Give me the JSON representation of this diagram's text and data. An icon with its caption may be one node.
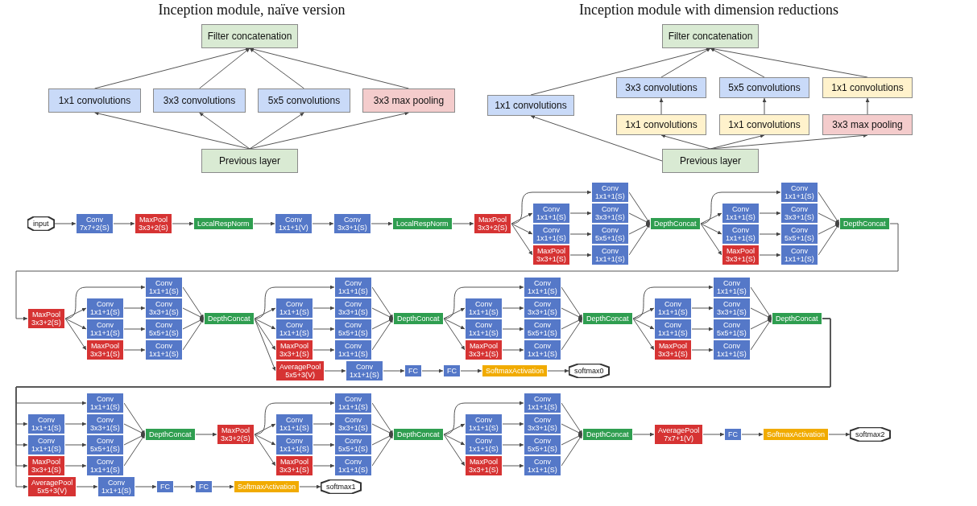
{
  "diagram": {
    "nodes": [
      {
        "text": [
          "Filter concatenation"
        ]
      },
      {
        "text": [
          "1x1 convolutions"
        ]
      },
      {
        "text": [
          "3x3 convolutions"
        ]
      },
      {
        "text": [
          "5x5 convolutions"
        ]
      },
      {
        "text": [
          "3x3 max pooling"
        ]
      },
      {
        "text": [
          "Previous layer"
        ]
      },
      {
        "text": [
          "Filter concatenation"
        ]
      },
      {
        "text": [
          "3x3 convolutions"
        ]
      },
      {
        "text": [
          "5x5 convolutions"
        ]
      },
      {
        "text": [
          "1x1 convolutions"
        ]
      },
      {
        "text": [
          "1x1 convolutions"
        ]
      },
      {
        "text": [
          "1x1 convolutions"
        ]
      },
      {
        "text": [
          "1x1 convolutions"
        ]
      },
      {
        "text": [
          "3x3 max pooling"
        ]
      },
      {
        "text": [
          "Previous layer"
        ]
      },
      {
        "text": [
          "input"
        ]
      },
      {
        "text": [
          "Conv 7x7+2(S)"
        ]
      },
      {
        "text": [
          "MaxPool 3x3+2(S)"
        ]
      },
      {
        "text": [
          "LocalRespNorm"
        ]
      },
      {
        "text": [
          "Conv 1x1+1(V)"
        ]
      },
      {
        "text": [
          "Conv 3x3+1(S)"
        ]
      },
      {
        "text": [
          "LocalRespNorm"
        ]
      },
      {
        "text": [
          "MaxPool 3x3+2(S)"
        ]
      },
      {
        "text": [
          "Conv 1x1+1(S)"
        ]
      },
      {
        "text": [
          "Conv 1x1+1(S)"
        ]
      },
      {
        "text": [
          "Conv 3x3+1(S)"
        ]
      },
      {
        "text": [
          "Conv 1x1+1(S)"
        ]
      },
      {
        "text": [
          "Conv 5x5+1(S)"
        ]
      },
      {
        "text": [
          "MaxPool 3x3+1(S)"
        ]
      },
      {
        "text": [
          "Conv 1x1+1(S)"
        ]
      },
      {
        "text": [
          "DepthConcat"
        ]
      },
      {
        "text": [
          "Conv 1x1+1(S)"
        ]
      },
      {
        "text": [
          "Conv 1x1+1(S)"
        ]
      },
      {
        "text": [
          "Conv 3x3+1(S)"
        ]
      },
      {
        "text": [
          "Conv 1x1+1(S)"
        ]
      },
      {
        "text": [
          "Conv 5x5+1(S)"
        ]
      },
      {
        "text": [
          "MaxPool 3x3+1(S)"
        ]
      },
      {
        "text": [
          "Conv 1x1+1(S)"
        ]
      },
      {
        "text": [
          "DepthConcat"
        ]
      },
      {
        "text": [
          "MaxPool 3x3+2(S)"
        ]
      },
      {
        "text": [
          "Conv 1x1+1(S)"
        ]
      },
      {
        "text": [
          "Conv 1x1+1(S)"
        ]
      },
      {
        "text": [
          "Conv 3x3+1(S)"
        ]
      },
      {
        "text": [
          "Conv 1x1+1(S)"
        ]
      },
      {
        "text": [
          "Conv 5x5+1(S)"
        ]
      },
      {
        "text": [
          "MaxPool 3x3+1(S)"
        ]
      },
      {
        "text": [
          "Conv 1x1+1(S)"
        ]
      },
      {
        "text": [
          "DepthConcat"
        ]
      },
      {
        "text": [
          "AveragePool 5x5+3(V)"
        ]
      },
      {
        "text": [
          "Conv 1x1+1(S)"
        ]
      },
      {
        "text": [
          "FC"
        ]
      },
      {
        "text": [
          "FC"
        ]
      },
      {
        "text": [
          "SoftmaxActivation"
        ]
      },
      {
        "text": [
          "softmax0"
        ]
      },
      {
        "text": [
          "Conv 1x1+1(S)"
        ]
      },
      {
        "text": [
          "Conv 1x1+1(S)"
        ]
      },
      {
        "text": [
          "Conv 3x3+1(S)"
        ]
      },
      {
        "text": [
          "Conv 1x1+1(S)"
        ]
      },
      {
        "text": [
          "Conv 5x5+1(S)"
        ]
      },
      {
        "text": [
          "MaxPool 3x3+1(S)"
        ]
      },
      {
        "text": [
          "Conv 1x1+1(S)"
        ]
      },
      {
        "text": [
          "DepthConcat"
        ]
      },
      {
        "text": [
          "Conv 1x1+1(S)"
        ]
      },
      {
        "text": [
          "Conv 1x1+1(S)"
        ]
      },
      {
        "text": [
          "Conv 3x3+1(S)"
        ]
      },
      {
        "text": [
          "Conv 1x1+1(S)"
        ]
      },
      {
        "text": [
          "Conv 5x5+1(S)"
        ]
      },
      {
        "text": [
          "MaxPool 3x3+1(S)"
        ]
      },
      {
        "text": [
          "Conv 1x1+1(S)"
        ]
      },
      {
        "text": [
          "DepthConcat"
        ]
      },
      {
        "text": [
          "Conv 1x1+1(S)"
        ]
      },
      {
        "text": [
          "Conv 1x1+1(S)"
        ]
      },
      {
        "text": [
          "Conv 3x3+1(S)"
        ]
      },
      {
        "text": [
          "Conv 1x1+1(S)"
        ]
      },
      {
        "text": [
          "Conv 5x5+1(S)"
        ]
      },
      {
        "text": [
          "MaxPool 3x3+1(S)"
        ]
      },
      {
        "text": [
          "Conv 1x1+1(S)"
        ]
      },
      {
        "text": [
          "DepthConcat"
        ]
      },
      {
        "text": [
          "AveragePool 5x5+3(V)"
        ]
      },
      {
        "text": [
          "Conv 1x1+1(S)"
        ]
      },
      {
        "text": [
          "FC"
        ]
      },
      {
        "text": [
          "FC"
        ]
      },
      {
        "text": [
          "SoftmaxActivation"
        ]
      },
      {
        "text": [
          "softmax1"
        ]
      },
      {
        "text": [
          "Conv 1x1+1(S)"
        ]
      },
      {
        "text": [
          "Conv 1x1+1(S)"
        ]
      },
      {
        "text": [
          "Conv 3x3+1(S)"
        ]
      },
      {
        "text": [
          "Conv 1x1+1(S)"
        ]
      },
      {
        "text": [
          "Conv 5x5+1(S)"
        ]
      },
      {
        "text": [
          "MaxPool 3x3+1(S)"
        ]
      },
      {
        "text": [
          "Conv 1x1+1(S)"
        ]
      },
      {
        "text": [
          "DepthConcat"
        ]
      },
      {
        "text": [
          "MaxPool 3x3+2(S)"
        ]
      },
      {
        "text": [
          "Conv 1x1+1(S)"
        ]
      },
      {
        "text": [
          "Conv 1x1+1(S)"
        ]
      },
      {
        "text": [
          "Conv 3x3+1(S)"
        ]
      },
      {
        "text": [
          "Conv 1x1+1(S)"
        ]
      },
      {
        "text": [
          "Conv 5x5+1(S)"
        ]
      },
      {
        "text": [
          "MaxPool 3x3+1(S)"
        ]
      },
      {
        "text": [
          "Conv 1x1+1(S)"
        ]
      },
      {
        "text": [
          "DepthConcat"
        ]
      },
      {
        "text": [
          "Conv 1x1+1(S)"
        ]
      },
      {
        "text": [
          "Conv 1x1+1(S)"
        ]
      },
      {
        "text": [
          "Conv 3x3+1(S)"
        ]
      },
      {
        "text": [
          "Conv 1x1+1(S)"
        ]
      },
      {
        "text": [
          "Conv 5x5+1(S)"
        ]
      },
      {
        "text": [
          "MaxPool 3x3+1(S)"
        ]
      },
      {
        "text": [
          "Conv 1x1+1(S)"
        ]
      },
      {
        "text": [
          "DepthConcat"
        ]
      },
      {
        "text": [
          "AveragePool 7x7+1(V)"
        ]
      },
      {
        "text": [
          "FC"
        ]
      },
      {
        "text": [
          "SoftmaxActivation"
        ]
      },
      {
        "text": [
          "softmax2"
        ]
      }
    ],
    "edges": [
      {
        "from": 5,
        "to": 1,
        "arrow": "to"
      },
      {
        "from": 5,
        "to": 2,
        "arrow": "to"
      },
      {
        "from": 5,
        "to": 3,
        "arrow": "to"
      },
      {
        "from": 5,
        "to": 4,
        "arrow": "to"
      },
      {
        "from": 1,
        "to": 0,
        "arrow": "to"
      },
      {
        "from": 2,
        "to": 0,
        "arrow": "to"
      },
      {
        "from": 3,
        "to": 0,
        "arrow": "to"
      },
      {
        "from": 4,
        "to": 0,
        "arrow": "to"
      },
      {
        "from": 14,
        "to": 10,
        "arrow": "to"
      },
      {
        "from": 14,
        "to": 11,
        "arrow": "to"
      },
      {
        "from": 14,
        "to": 12,
        "arrow": "to"
      },
      {
        "from": 14,
        "to": 13,
        "arrow": "to"
      },
      {
        "from": 11,
        "to": 7,
        "arrow": "to"
      },
      {
        "from": 12,
        "to": 8,
        "arrow": "to"
      },
      {
        "from": 13,
        "to": 9,
        "arrow": "to"
      },
      {
        "from": 10,
        "to": 6,
        "arrow": "to"
      },
      {
        "from": 7,
        "to": 6,
        "arrow": "to"
      },
      {
        "from": 8,
        "to": 6,
        "arrow": "to"
      },
      {
        "from": 9,
        "to": 6,
        "arrow": "to"
      },
      {
        "from": 15,
        "to": 16,
        "arrow": "to"
      },
      {
        "from": 16,
        "to": 17,
        "arrow": "to"
      },
      {
        "from": 17,
        "to": 18,
        "arrow": "to"
      },
      {
        "from": 18,
        "to": 19,
        "arrow": "to"
      },
      {
        "from": 19,
        "to": 20,
        "arrow": "to"
      },
      {
        "from": 20,
        "to": 21,
        "arrow": "to"
      },
      {
        "from": 21,
        "to": 22,
        "arrow": "to"
      },
      {
        "from": 22,
        "to": 23,
        "arrow": "to"
      },
      {
        "from": 22,
        "to": 24,
        "arrow": "to"
      },
      {
        "from": 22,
        "to": 26,
        "arrow": "to"
      },
      {
        "from": 22,
        "to": 28,
        "arrow": "to"
      },
      {
        "from": 24,
        "to": 25,
        "arrow": "to"
      },
      {
        "from": 26,
        "to": 27,
        "arrow": "to"
      },
      {
        "from": 28,
        "to": 29,
        "arrow": "to"
      },
      {
        "from": 23,
        "to": 30,
        "arrow": "to"
      },
      {
        "from": 25,
        "to": 30,
        "arrow": "to"
      },
      {
        "from": 27,
        "to": 30,
        "arrow": "to"
      },
      {
        "from": 29,
        "to": 30,
        "arrow": "to"
      },
      {
        "from": 30,
        "to": 31,
        "arrow": "to"
      },
      {
        "from": 30,
        "to": 32,
        "arrow": "to"
      },
      {
        "from": 30,
        "to": 34,
        "arrow": "to"
      },
      {
        "from": 30,
        "to": 36,
        "arrow": "to"
      },
      {
        "from": 32,
        "to": 33,
        "arrow": "to"
      },
      {
        "from": 34,
        "to": 35,
        "arrow": "to"
      },
      {
        "from": 36,
        "to": 37,
        "arrow": "to"
      },
      {
        "from": 31,
        "to": 38,
        "arrow": "to"
      },
      {
        "from": 33,
        "to": 38,
        "arrow": "to"
      },
      {
        "from": 35,
        "to": 38,
        "arrow": "to"
      },
      {
        "from": 37,
        "to": 38,
        "arrow": "to"
      },
      {
        "from": 38,
        "to": 39,
        "arrow": "to"
      },
      {
        "from": 39,
        "to": 40,
        "arrow": "to"
      },
      {
        "from": 39,
        "to": 41,
        "arrow": "to"
      },
      {
        "from": 39,
        "to": 43,
        "arrow": "to"
      },
      {
        "from": 39,
        "to": 45,
        "arrow": "to"
      },
      {
        "from": 41,
        "to": 42,
        "arrow": "to"
      },
      {
        "from": 43,
        "to": 44,
        "arrow": "to"
      },
      {
        "from": 45,
        "to": 46,
        "arrow": "to"
      },
      {
        "from": 40,
        "to": 47,
        "arrow": "to"
      },
      {
        "from": 42,
        "to": 47,
        "arrow": "to"
      },
      {
        "from": 44,
        "to": 47,
        "arrow": "to"
      },
      {
        "from": 46,
        "to": 47,
        "arrow": "to"
      },
      {
        "from": 47,
        "to": 48,
        "arrow": "to"
      },
      {
        "from": 48,
        "to": 49,
        "arrow": "to"
      },
      {
        "from": 49,
        "to": 50,
        "arrow": "to"
      },
      {
        "from": 50,
        "to": 51,
        "arrow": "to"
      },
      {
        "from": 51,
        "to": 52,
        "arrow": "to"
      },
      {
        "from": 52,
        "to": 53,
        "arrow": "to"
      },
      {
        "from": 47,
        "to": 54,
        "arrow": "to"
      },
      {
        "from": 47,
        "to": 55,
        "arrow": "to"
      },
      {
        "from": 47,
        "to": 57,
        "arrow": "to"
      },
      {
        "from": 47,
        "to": 59,
        "arrow": "to"
      },
      {
        "from": 55,
        "to": 56,
        "arrow": "to"
      },
      {
        "from": 57,
        "to": 58,
        "arrow": "to"
      },
      {
        "from": 59,
        "to": 60,
        "arrow": "to"
      },
      {
        "from": 54,
        "to": 61,
        "arrow": "to"
      },
      {
        "from": 56,
        "to": 61,
        "arrow": "to"
      },
      {
        "from": 58,
        "to": 61,
        "arrow": "to"
      },
      {
        "from": 60,
        "to": 61,
        "arrow": "to"
      },
      {
        "from": 61,
        "to": 62,
        "arrow": "to"
      },
      {
        "from": 61,
        "to": 63,
        "arrow": "to"
      },
      {
        "from": 61,
        "to": 65,
        "arrow": "to"
      },
      {
        "from": 61,
        "to": 67,
        "arrow": "to"
      },
      {
        "from": 63,
        "to": 64,
        "arrow": "to"
      },
      {
        "from": 65,
        "to": 66,
        "arrow": "to"
      },
      {
        "from": 67,
        "to": 68,
        "arrow": "to"
      },
      {
        "from": 62,
        "to": 69,
        "arrow": "to"
      },
      {
        "from": 64,
        "to": 69,
        "arrow": "to"
      },
      {
        "from": 66,
        "to": 69,
        "arrow": "to"
      },
      {
        "from": 68,
        "to": 69,
        "arrow": "to"
      },
      {
        "from": 69,
        "to": 70,
        "arrow": "to"
      },
      {
        "from": 69,
        "to": 71,
        "arrow": "to"
      },
      {
        "from": 69,
        "to": 73,
        "arrow": "to"
      },
      {
        "from": 69,
        "to": 75,
        "arrow": "to"
      },
      {
        "from": 71,
        "to": 72,
        "arrow": "to"
      },
      {
        "from": 73,
        "to": 74,
        "arrow": "to"
      },
      {
        "from": 75,
        "to": 76,
        "arrow": "to"
      },
      {
        "from": 70,
        "to": 77,
        "arrow": "to"
      },
      {
        "from": 72,
        "to": 77,
        "arrow": "to"
      },
      {
        "from": 74,
        "to": 77,
        "arrow": "to"
      },
      {
        "from": 76,
        "to": 77,
        "arrow": "to"
      },
      {
        "from": 77,
        "to": 78,
        "arrow": "to"
      },
      {
        "from": 78,
        "to": 79,
        "arrow": "to"
      },
      {
        "from": 79,
        "to": 80,
        "arrow": "to"
      },
      {
        "from": 80,
        "to": 81,
        "arrow": "to"
      },
      {
        "from": 81,
        "to": 82,
        "arrow": "to"
      },
      {
        "from": 82,
        "to": 83,
        "arrow": "to"
      },
      {
        "from": 77,
        "to": 84,
        "arrow": "to"
      },
      {
        "from": 77,
        "to": 85,
        "arrow": "to"
      },
      {
        "from": 77,
        "to": 87,
        "arrow": "to"
      },
      {
        "from": 77,
        "to": 89,
        "arrow": "to"
      },
      {
        "from": 85,
        "to": 86,
        "arrow": "to"
      },
      {
        "from": 87,
        "to": 88,
        "arrow": "to"
      },
      {
        "from": 89,
        "to": 90,
        "arrow": "to"
      },
      {
        "from": 84,
        "to": 91,
        "arrow": "to"
      },
      {
        "from": 86,
        "to": 91,
        "arrow": "to"
      },
      {
        "from": 88,
        "to": 91,
        "arrow": "to"
      },
      {
        "from": 90,
        "to": 91,
        "arrow": "to"
      },
      {
        "from": 91,
        "to": 92,
        "arrow": "to"
      },
      {
        "from": 92,
        "to": 93,
        "arrow": "to"
      },
      {
        "from": 92,
        "to": 94,
        "arrow": "to"
      },
      {
        "from": 92,
        "to": 96,
        "arrow": "to"
      },
      {
        "from": 92,
        "to": 98,
        "arrow": "to"
      },
      {
        "from": 94,
        "to": 95,
        "arrow": "to"
      },
      {
        "from": 96,
        "to": 97,
        "arrow": "to"
      },
      {
        "from": 98,
        "to": 99,
        "arrow": "to"
      },
      {
        "from": 93,
        "to": 100,
        "arrow": "to"
      },
      {
        "from": 95,
        "to": 100,
        "arrow": "to"
      },
      {
        "from": 97,
        "to": 100,
        "arrow": "to"
      },
      {
        "from": 99,
        "to": 100,
        "arrow": "to"
      },
      {
        "from": 100,
        "to": 101,
        "arrow": "to"
      },
      {
        "from": 100,
        "to": 102,
        "arrow": "to"
      },
      {
        "from": 100,
        "to": 104,
        "arrow": "to"
      },
      {
        "from": 100,
        "to": 106,
        "arrow": "to"
      },
      {
        "from": 102,
        "to": 103,
        "arrow": "to"
      },
      {
        "from": 104,
        "to": 105,
        "arrow": "to"
      },
      {
        "from": 106,
        "to": 107,
        "arrow": "to"
      },
      {
        "from": 101,
        "to": 108,
        "arrow": "to"
      },
      {
        "from": 103,
        "to": 108,
        "arrow": "to"
      },
      {
        "from": 105,
        "to": 108,
        "arrow": "to"
      },
      {
        "from": 107,
        "to": 108,
        "arrow": "to"
      },
      {
        "from": 108,
        "to": 109,
        "arrow": "to"
      },
      {
        "from": 109,
        "to": 110,
        "arrow": "to"
      },
      {
        "from": 110,
        "to": 111,
        "arrow": "to"
      },
      {
        "from": 111,
        "to": 112,
        "arrow": "to"
      }
    ],
    "labels": [
      "Inception module, naïve version",
      "Inception module with dimension reductions"
    ]
  }
}
